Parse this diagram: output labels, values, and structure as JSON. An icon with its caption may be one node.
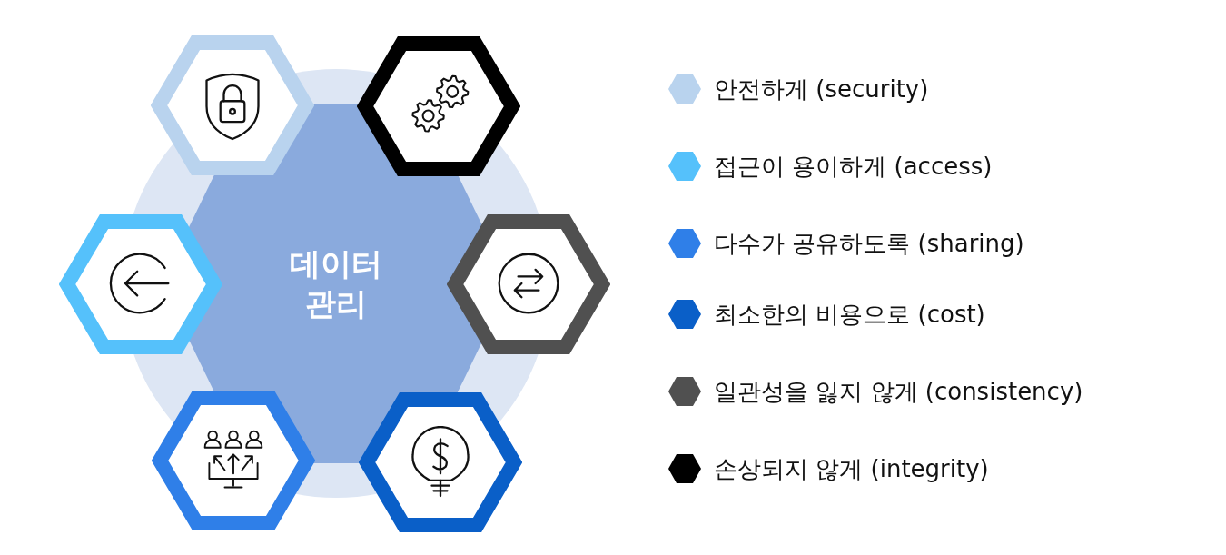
{
  "diagram": {
    "nodes": [
      {
        "text": [
          "데이터 관리"
        ]
      },
      {
        "text": [],
        "shape": "hexagon"
      },
      {
        "text": [],
        "shape": "hexagon"
      },
      {
        "text": [],
        "shape": "hexagon"
      },
      {
        "text": [],
        "shape": "hexagon"
      },
      {
        "text": [],
        "shape": "hexagon"
      },
      {
        "text": [],
        "shape": "hexagon"
      }
    ],
    "legend": [
      {
        "text": "안전하게 (security)",
        "color": "#b9d3ee"
      },
      {
        "text": "접근이 용이하게 (access)",
        "color": "#55c1fb"
      },
      {
        "text": "다수가 공유하도록 (sharing)",
        "color": "#2f7fe8"
      },
      {
        "text": "최소한의 비용으로 (cost)",
        "color": "#0a5fc8"
      },
      {
        "text": "일관성을 잃지 않게 (consistency)",
        "color": "#505050"
      },
      {
        "text": "손상되지 않게 (integrity)",
        "color": "#000000"
      }
    ]
  }
}
